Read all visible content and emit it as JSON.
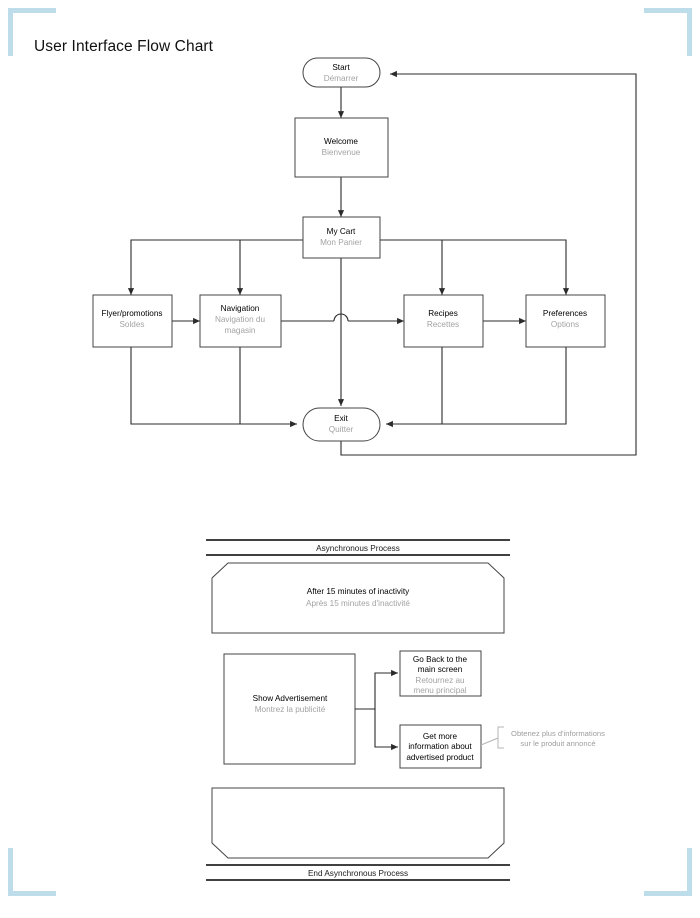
{
  "page": {
    "title": "User Interface Flow Chart",
    "accent_color": "#bcdde9",
    "line_color": "#2b2b2b",
    "primary_text_color": "#000000",
    "secondary_text_color": "#a3a3a3"
  },
  "chart_data": {
    "type": "diagram",
    "title": "User Interface Flow Chart",
    "nodes": [
      {
        "id": "start",
        "label_en": "Start",
        "label_fr": "Démarrer",
        "shape": "terminator"
      },
      {
        "id": "welcome",
        "label_en": "Welcome",
        "label_fr": "Bienvenue",
        "shape": "process"
      },
      {
        "id": "mycart",
        "label_en": "My Cart",
        "label_fr": "Mon Panier",
        "shape": "process"
      },
      {
        "id": "flyer",
        "label_en": "Flyer/promotions",
        "label_fr": "Soldes",
        "shape": "process"
      },
      {
        "id": "navigation",
        "label_en": "Navigation",
        "label_fr": "Navigation du magasin",
        "shape": "process"
      },
      {
        "id": "recipes",
        "label_en": "Recipes",
        "label_fr": "Recettes",
        "shape": "process"
      },
      {
        "id": "preferences",
        "label_en": "Preferences",
        "label_fr": "Options",
        "shape": "process"
      },
      {
        "id": "exit",
        "label_en": "Exit",
        "label_fr": "Quitter",
        "shape": "terminator"
      }
    ],
    "edges": [
      {
        "from": "start",
        "to": "welcome"
      },
      {
        "from": "welcome",
        "to": "mycart"
      },
      {
        "from": "mycart",
        "to": "flyer"
      },
      {
        "from": "mycart",
        "to": "navigation"
      },
      {
        "from": "mycart",
        "to": "recipes"
      },
      {
        "from": "mycart",
        "to": "preferences"
      },
      {
        "from": "mycart",
        "to": "exit"
      },
      {
        "from": "flyer",
        "to": "navigation"
      },
      {
        "from": "navigation",
        "to": "recipes"
      },
      {
        "from": "recipes",
        "to": "preferences"
      },
      {
        "from": "flyer",
        "to": "exit"
      },
      {
        "from": "navigation",
        "to": "exit"
      },
      {
        "from": "recipes",
        "to": "exit"
      },
      {
        "from": "preferences",
        "to": "exit"
      },
      {
        "from": "exit",
        "to": "start"
      }
    ]
  },
  "flow": {
    "start": {
      "en": "Start",
      "fr": "Démarrer"
    },
    "welcome": {
      "en": "Welcome",
      "fr": "Bienvenue"
    },
    "mycart": {
      "en": "My Cart",
      "fr": "Mon Panier"
    },
    "flyer": {
      "en": "Flyer/promotions",
      "fr": "Soldes"
    },
    "navigation": {
      "en": "Navigation",
      "fr_line1": "Navigation du",
      "fr_line2": "magasin"
    },
    "recipes": {
      "en": "Recipes",
      "fr": "Recettes"
    },
    "preferences": {
      "en": "Preferences",
      "fr": "Options"
    },
    "exit": {
      "en": "Exit",
      "fr": "Quitter"
    }
  },
  "async": {
    "band_start_label": "Asynchronous Process",
    "band_end_label": "End Asynchronous Process",
    "trigger": {
      "en": "After 15 minutes of inactivity",
      "fr": "Après 15 minutes d'inactivité"
    },
    "show_ad": {
      "en": "Show Advertisement",
      "fr": "Montrez la publicité"
    },
    "go_back": {
      "en_line1": "Go Back to the",
      "en_line2": "main screen",
      "fr_line1": "Retournez au",
      "fr_line2": "menu principal"
    },
    "get_info": {
      "en_line1": "Get more",
      "en_line2": "information about",
      "en_line3": "advertised product"
    },
    "note": {
      "line1": "Obtenez plus d'informations",
      "line2": "sur le produit annoncé"
    }
  }
}
